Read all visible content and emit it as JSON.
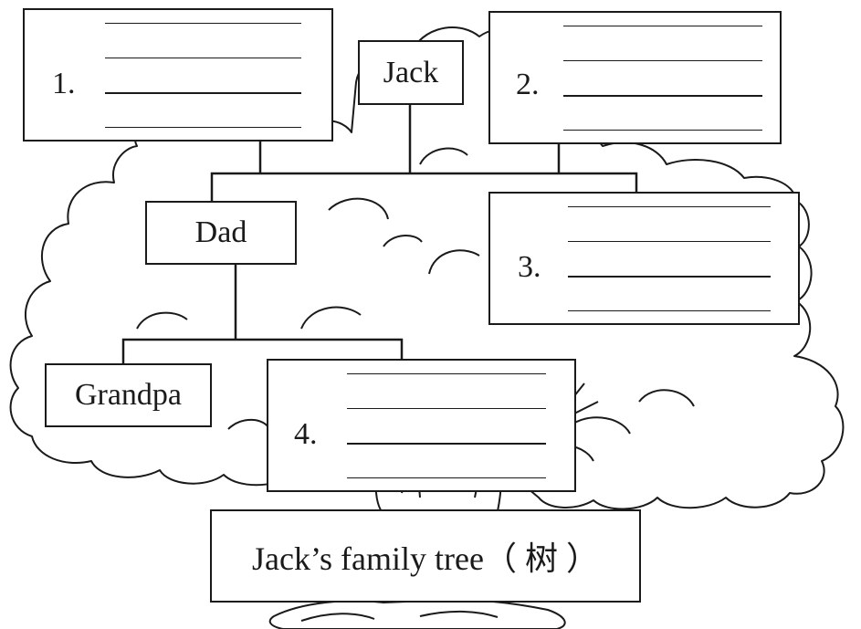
{
  "title": "Jack’s family tree（ 树 ）",
  "members": {
    "jack": "Jack",
    "dad": "Dad",
    "grandpa": "Grandpa"
  },
  "blanks": [
    {
      "number": "1."
    },
    {
      "number": "2."
    },
    {
      "number": "3."
    },
    {
      "number": "4."
    }
  ],
  "colors": {
    "ink": "#1a1a1a",
    "paper": "#ffffff"
  }
}
